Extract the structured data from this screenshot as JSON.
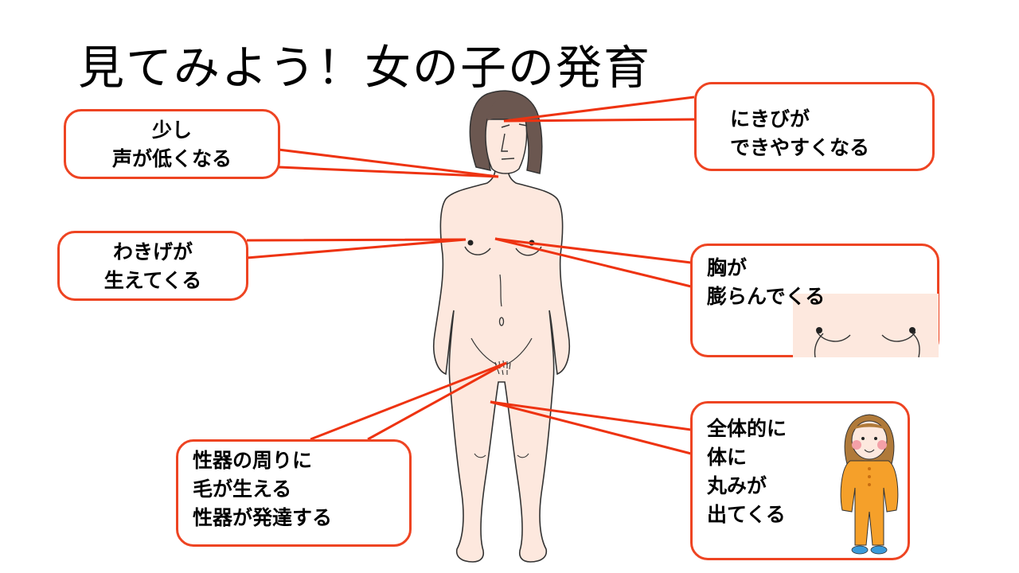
{
  "title": "見てみよう！女の子の発育",
  "callouts": {
    "voice": [
      "少し",
      "声が低くなる"
    ],
    "acne": [
      "にきびが",
      "できやすくなる"
    ],
    "armpit": [
      "わきげが",
      "生えてくる"
    ],
    "breast": [
      "胸が",
      "膨らんでくる"
    ],
    "genital": [
      "性器の周りに",
      "毛が生える",
      "性器が発達する"
    ],
    "round": [
      "全体的に",
      "体に",
      "丸みが",
      "出てくる"
    ]
  },
  "colors": {
    "callout_border": "#ee4422",
    "pointer_line": "#ee3311",
    "skin": "#fde8de",
    "hair": "#6b5750",
    "child_outfit": "#f5a02a",
    "child_shoes": "#3a9ad9"
  }
}
